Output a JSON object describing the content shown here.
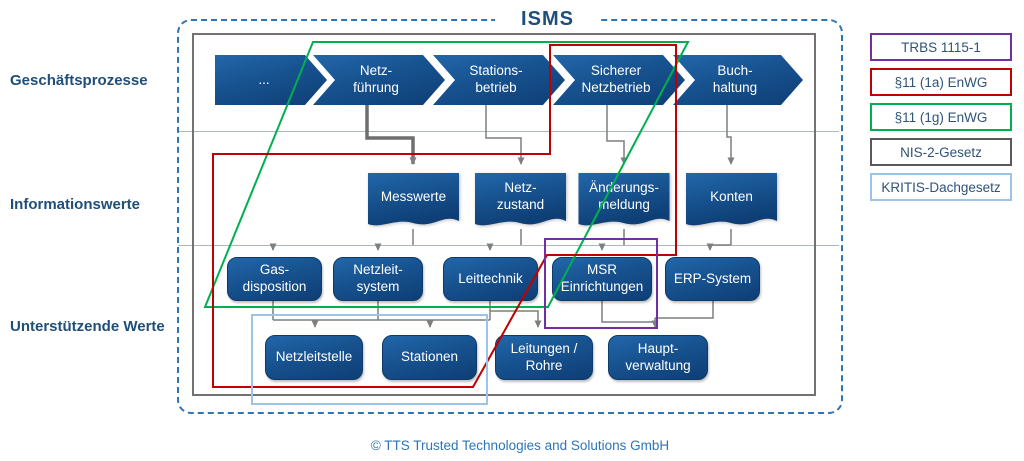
{
  "title": "ISMS",
  "row_labels": {
    "processes": "Geschäftsprozesse",
    "information": "Informationswerte",
    "supporting": "Unterstützende Werte"
  },
  "processes": [
    "...",
    "Netz-\nführung",
    "Stations-\nbetrieb",
    "Sicherer\nNetzbetrieb",
    "Buch-\nhaltung"
  ],
  "information_assets": [
    "Messwerte",
    "Netz-\nzustand",
    "Änderungs-\nmeldung",
    "Konten"
  ],
  "supporting_systems": [
    "Gas-\ndisposition",
    "Netzleit-\nsystem",
    "Leittechnik",
    "MSR\nEinrichtungen",
    "ERP-System"
  ],
  "supporting_assets": [
    "Netzleitstelle",
    "Stationen",
    "Leitungen /\nRohre",
    "Haupt-\nverwaltung"
  ],
  "legend": [
    {
      "label": "TRBS 1115-1",
      "color": "#7030A0"
    },
    {
      "label": "§11 (1a) EnWG",
      "color": "#C00000"
    },
    {
      "label": "§11 (1g) EnWG",
      "color": "#00B050"
    },
    {
      "label": "NIS-2-Gesetz",
      "color": "#595959"
    },
    {
      "label": "KRITIS-Dachgesetz",
      "color": "#9DC3E6"
    }
  ],
  "footer": "© TTS Trusted Technologies and Solutions GmbH",
  "colors": {
    "shape_fill_top": "#2267AA",
    "shape_fill_bottom": "#0E3E75",
    "frame_gray": "#767171",
    "dashed_blue": "#2E75B6",
    "connector_gray": "#7F7F7F",
    "label_blue": "#1F4E79"
  }
}
